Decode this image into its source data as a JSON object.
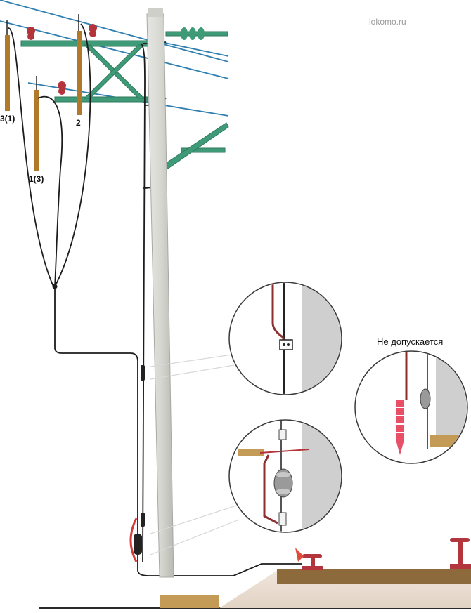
{
  "watermark": "lokomo.ru",
  "labels": {
    "phase_left": "3(1)",
    "phase_middle": "1(3)",
    "phase_right": "2"
  },
  "warning_caption": "Не допускается",
  "colors": {
    "pole": "#d9d9d4",
    "crossarm": "#3f9a78",
    "line_wire": "#2f7fb0",
    "ground_wire": "#1c1c1c",
    "arrester": "#b07a2a",
    "insulator": "#b3343a",
    "sleeper": "#b98c4c",
    "ballast": "#efe4d8",
    "rail": "#b3353e",
    "bad_electrode": "#e8506a"
  }
}
